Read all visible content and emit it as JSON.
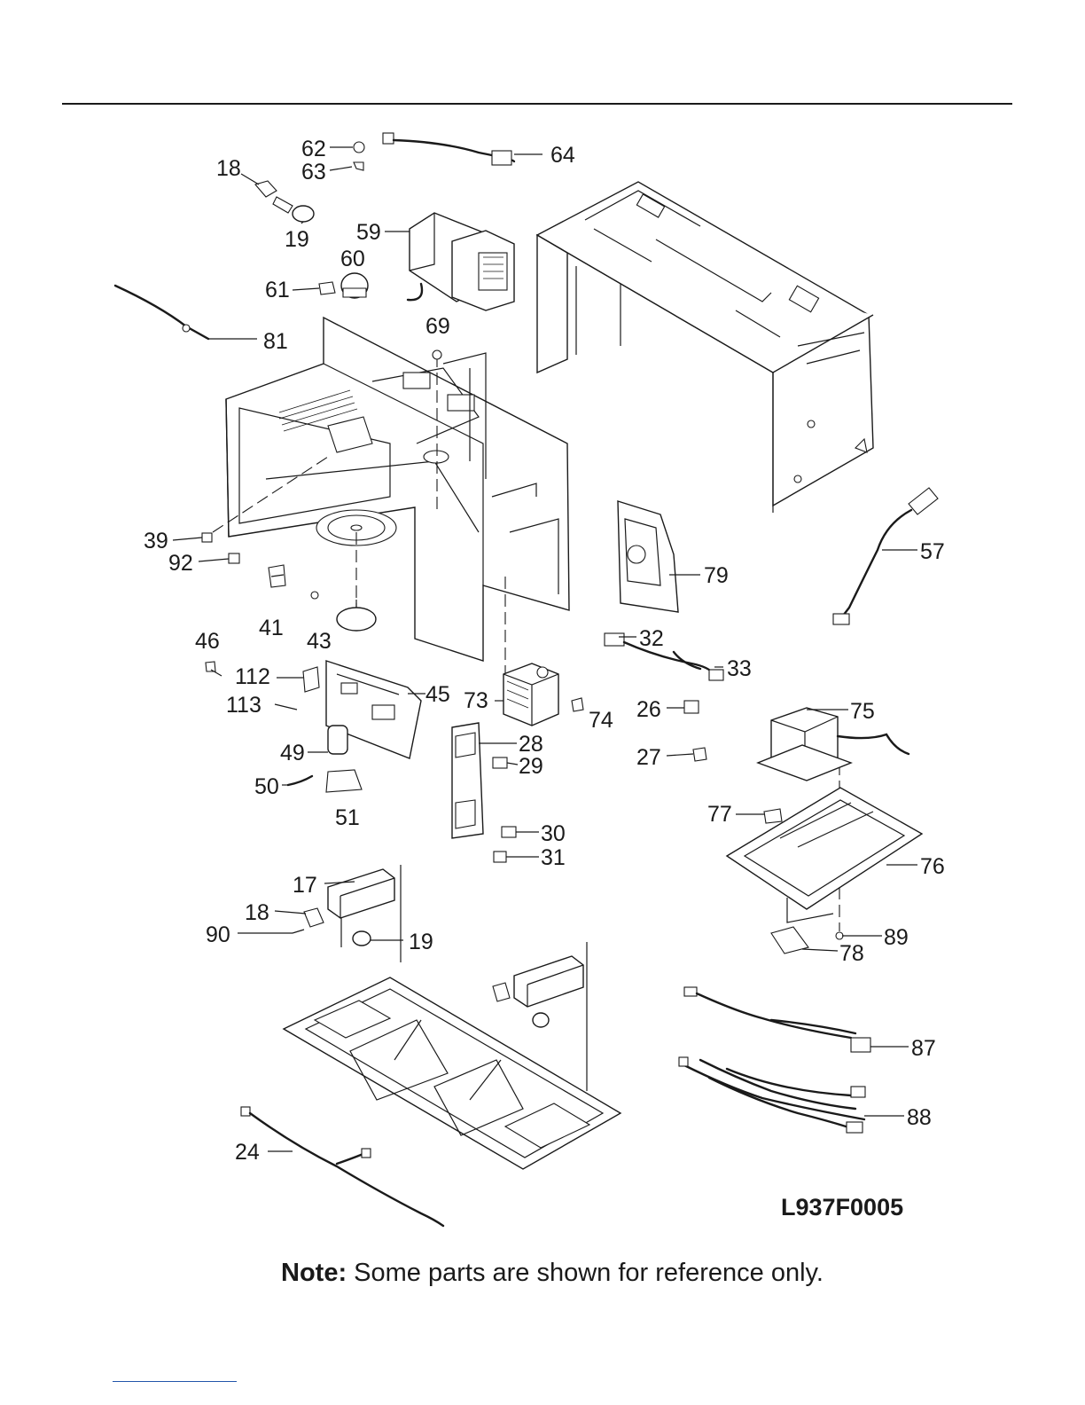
{
  "diagram_code": "L937F0005",
  "note": {
    "prefix": "Note:",
    "text": " Some parts are shown for reference only."
  },
  "callouts": [
    {
      "id": "c62",
      "label": "62"
    },
    {
      "id": "c63",
      "label": "63"
    },
    {
      "id": "c64",
      "label": "64"
    },
    {
      "id": "c18a",
      "label": "18"
    },
    {
      "id": "c19a",
      "label": "19"
    },
    {
      "id": "c59",
      "label": "59"
    },
    {
      "id": "c60",
      "label": "60"
    },
    {
      "id": "c61",
      "label": "61"
    },
    {
      "id": "c81",
      "label": "81"
    },
    {
      "id": "c69",
      "label": "69"
    },
    {
      "id": "c39",
      "label": "39"
    },
    {
      "id": "c92",
      "label": "92"
    },
    {
      "id": "c41",
      "label": "41"
    },
    {
      "id": "c43",
      "label": "43"
    },
    {
      "id": "c46",
      "label": "46"
    },
    {
      "id": "c112",
      "label": "112"
    },
    {
      "id": "c113",
      "label": "113"
    },
    {
      "id": "c45",
      "label": "45"
    },
    {
      "id": "c49",
      "label": "49"
    },
    {
      "id": "c50",
      "label": "50"
    },
    {
      "id": "c51",
      "label": "51"
    },
    {
      "id": "c73",
      "label": "73"
    },
    {
      "id": "c74",
      "label": "74"
    },
    {
      "id": "c28",
      "label": "28"
    },
    {
      "id": "c29",
      "label": "29"
    },
    {
      "id": "c30",
      "label": "30"
    },
    {
      "id": "c31",
      "label": "31"
    },
    {
      "id": "c79",
      "label": "79"
    },
    {
      "id": "c57",
      "label": "57"
    },
    {
      "id": "c32",
      "label": "32"
    },
    {
      "id": "c33",
      "label": "33"
    },
    {
      "id": "c26",
      "label": "26"
    },
    {
      "id": "c27",
      "label": "27"
    },
    {
      "id": "c75",
      "label": "75"
    },
    {
      "id": "c77",
      "label": "77"
    },
    {
      "id": "c76",
      "label": "76"
    },
    {
      "id": "c89",
      "label": "89"
    },
    {
      "id": "c78",
      "label": "78"
    },
    {
      "id": "c17",
      "label": "17"
    },
    {
      "id": "c18b",
      "label": "18"
    },
    {
      "id": "c90",
      "label": "90"
    },
    {
      "id": "c19b",
      "label": "19"
    },
    {
      "id": "c87",
      "label": "87"
    },
    {
      "id": "c88",
      "label": "88"
    },
    {
      "id": "c24",
      "label": "24"
    }
  ]
}
